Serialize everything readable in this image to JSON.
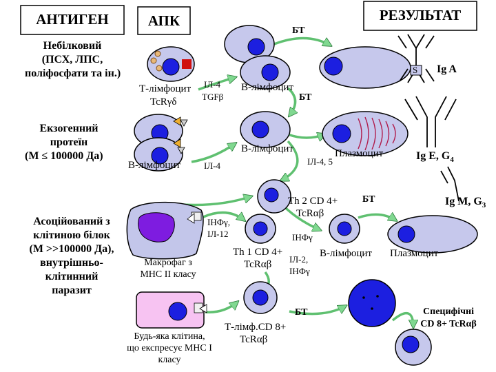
{
  "headers": {
    "antigen": "АНТИГЕН",
    "apc": "АПК",
    "result": "РЕЗУЛЬТАТ"
  },
  "antigens": {
    "nonprotein": [
      "Небілковий",
      "(ПСХ, ЛПС,",
      "поліфосфати та ін.)"
    ],
    "exogenous": [
      "Екзогенний",
      "протеїн",
      "(M ≤ 100000  Да)"
    ],
    "cell_associated": [
      "Асоційований з",
      "клітиною білок",
      "(M >>100000 Да),",
      "внутрішньо-",
      "клітинний",
      "паразит"
    ]
  },
  "apc": {
    "t_lymph": "Т-лімфоцит",
    "tcr_gd": "TcRγδ",
    "b_lymph": "В-лімфоцит",
    "macrophage": [
      "Макрофаг з",
      "MHC II класу"
    ],
    "any_cell": [
      "Будь-яка клітина,",
      "що експресує MHC I",
      "класу"
    ]
  },
  "mediators": {
    "il4_tgfb": [
      "ІЛ-4",
      "TGFβ"
    ],
    "il4": "ІЛ-4",
    "ifng_il12": [
      "ІНФγ,",
      "ІЛ-12"
    ],
    "il45": "ІЛ-4, 5",
    "ifng": "ІНФγ",
    "il2_ifng": [
      "ІЛ-2,",
      "ІНФγ"
    ]
  },
  "middle": {
    "bt_top": "БТ",
    "b_lymph_1": "В-лімфоцит",
    "bt_2": "БТ",
    "b_lymph_2": "В-лімфоцит",
    "plasmocyte": "Плазмоцит",
    "th2": [
      "Th 2 CD 4+",
      "TcRαβ"
    ],
    "bt_3": "БТ",
    "th1": [
      "Th 1 CD 4+",
      "TcRαβ"
    ],
    "b_lymph_3": "В-лімфоцит",
    "bt_4": "БТ",
    "tlimf_cd8": [
      "Т-лімф.CD 8+",
      "TcRαβ"
    ]
  },
  "results": {
    "iga": "Ig A",
    "iga_s": "S",
    "ige_g4": "Ig E, G",
    "ige_g4_sub": "4",
    "igm_g3": "Ig M, G",
    "igm_g3_sub": "3",
    "plasmocyte": "Плазмоцит",
    "specific_cd8": [
      "Специфічні",
      "CD 8+ TcRαβ"
    ]
  },
  "colors": {
    "cell_fill": "#c6c8ec",
    "nucleus_fill": "#1c1fe0",
    "arrow_fill": "#80d890",
    "macrophage_fill": "#c3c6ea",
    "macrophage_nucleus": "#7e1ce0",
    "pink_cell": "#f7c3f2",
    "plasma_lines": "#b01a4a",
    "antibody_stroke": "#000000"
  }
}
